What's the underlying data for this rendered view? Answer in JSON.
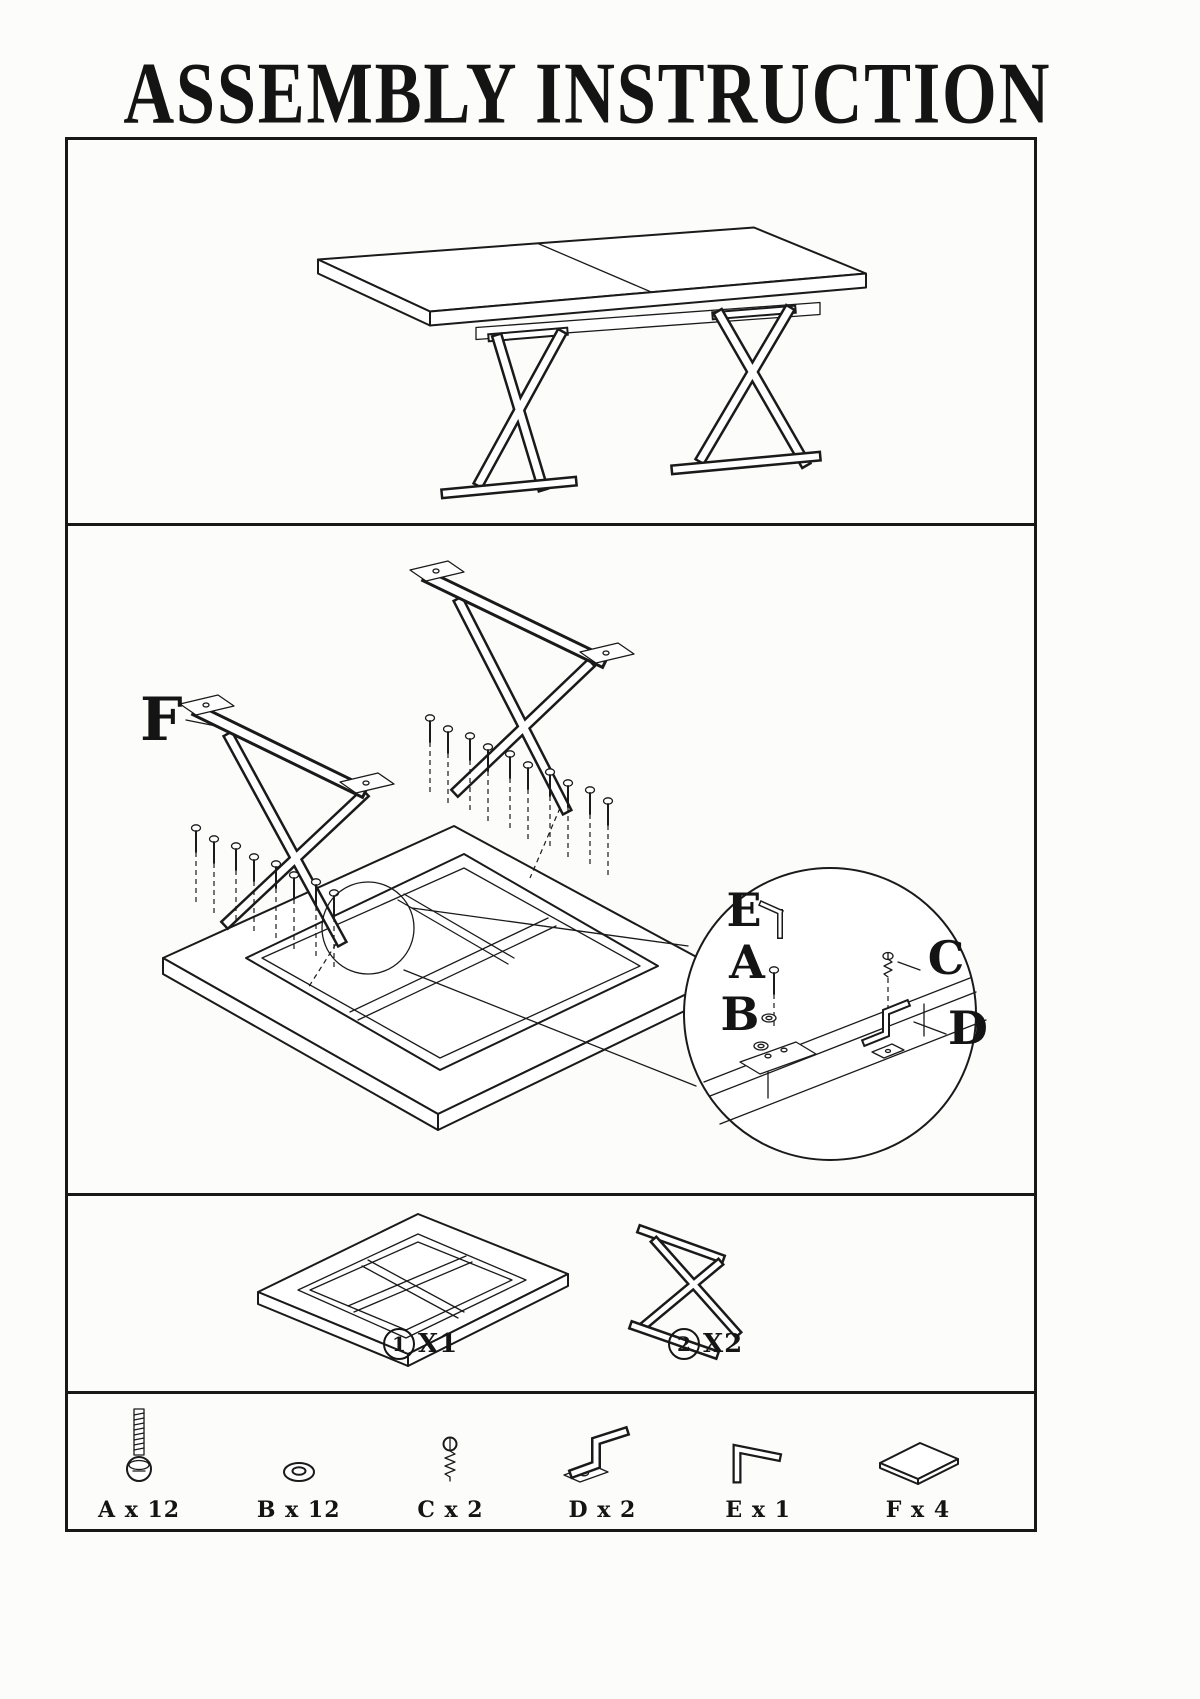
{
  "title": "ASSEMBLY INSTRUCTION",
  "exploded_view": {
    "stretcher_label": "F",
    "detail": {
      "e": "E",
      "a": "A",
      "b": "B",
      "c": "C",
      "d": "D"
    }
  },
  "parts": [
    {
      "number": "1",
      "qty": "X1"
    },
    {
      "number": "2",
      "qty": "X2"
    }
  ],
  "hardware": [
    {
      "label": "A x 12"
    },
    {
      "label": "B x 12"
    },
    {
      "label": "C x 2"
    },
    {
      "label": "D x 2"
    },
    {
      "label": "E x 1"
    },
    {
      "label": "F x 4"
    }
  ]
}
